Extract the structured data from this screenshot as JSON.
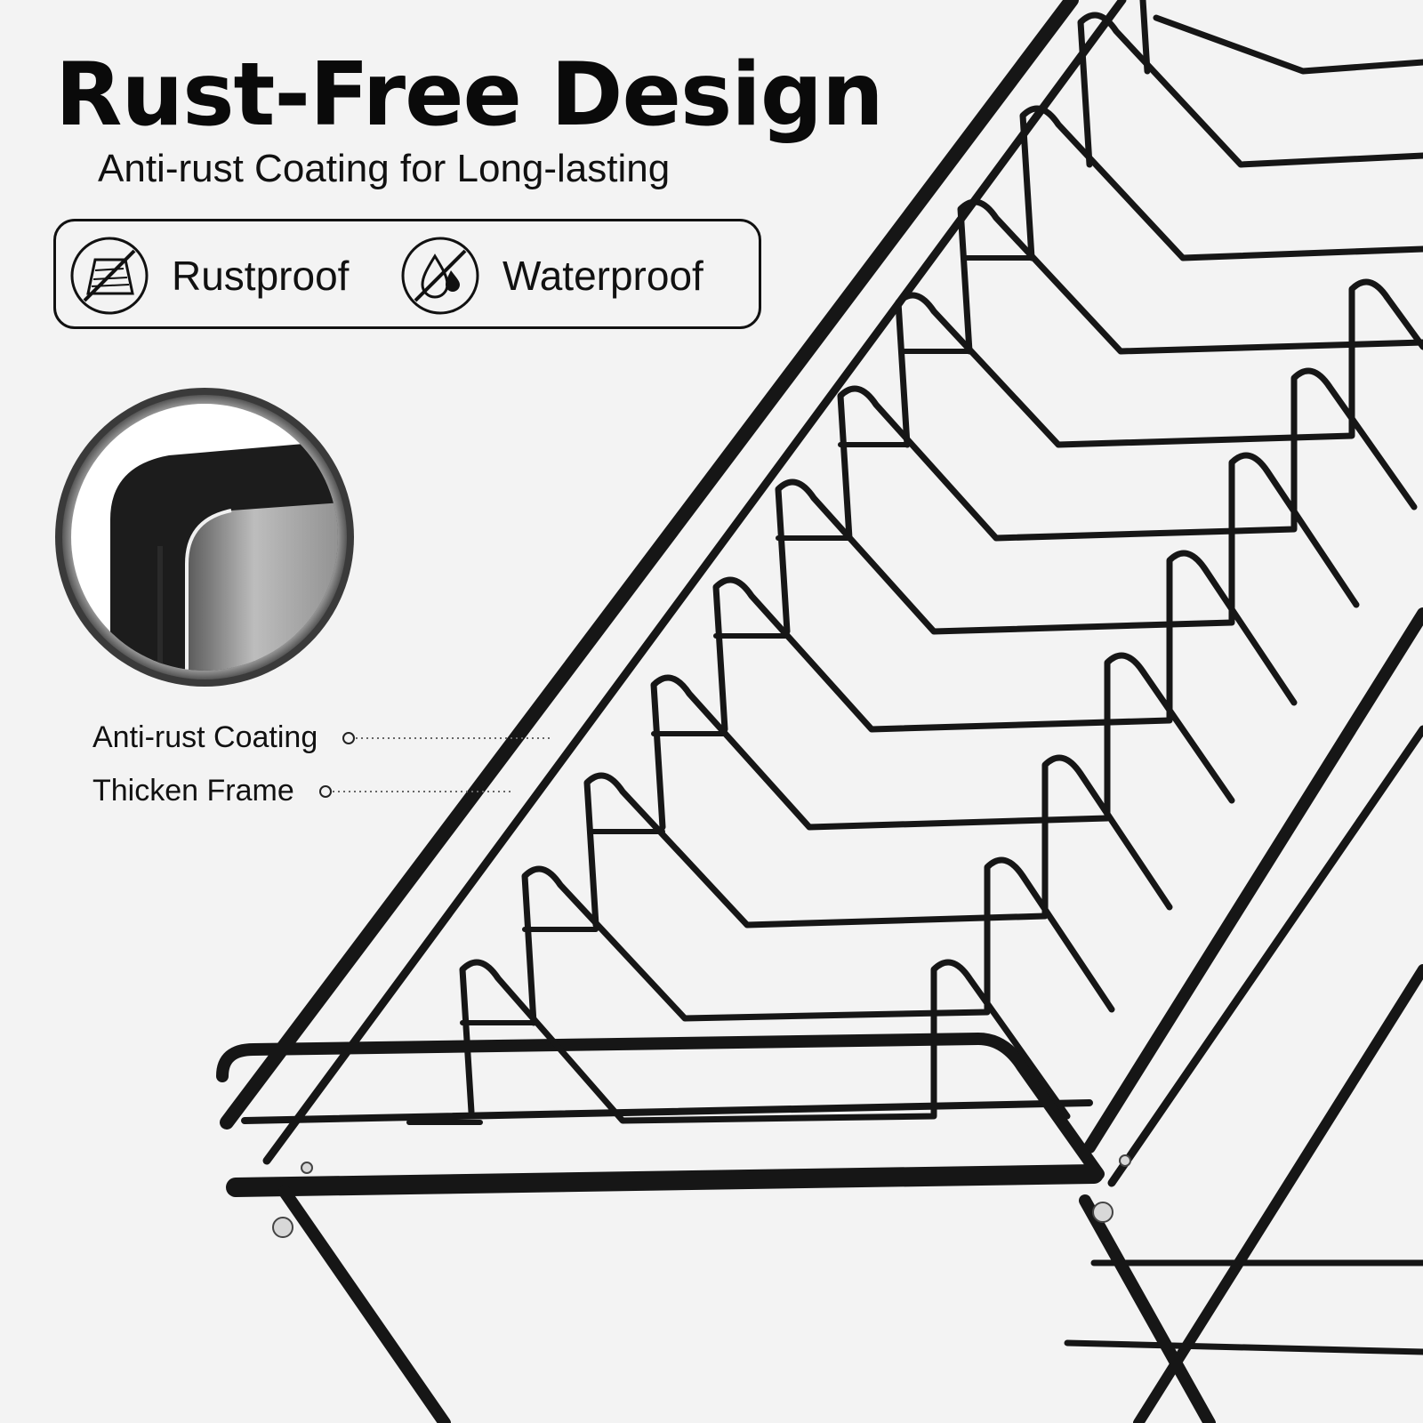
{
  "header": {
    "title": "Rust-Free Design",
    "subtitle": "Anti-rust Coating for Long-lasting"
  },
  "features": [
    {
      "label": "Rustproof",
      "icon": "rustproof-icon"
    },
    {
      "label": "Waterproof",
      "icon": "waterproof-icon"
    }
  ],
  "callouts": [
    {
      "label": "Anti-rust Coating"
    },
    {
      "label": "Thicken Frame"
    }
  ],
  "colors": {
    "background": "#f3f3f3",
    "text": "#111111",
    "wire": "#111111"
  }
}
